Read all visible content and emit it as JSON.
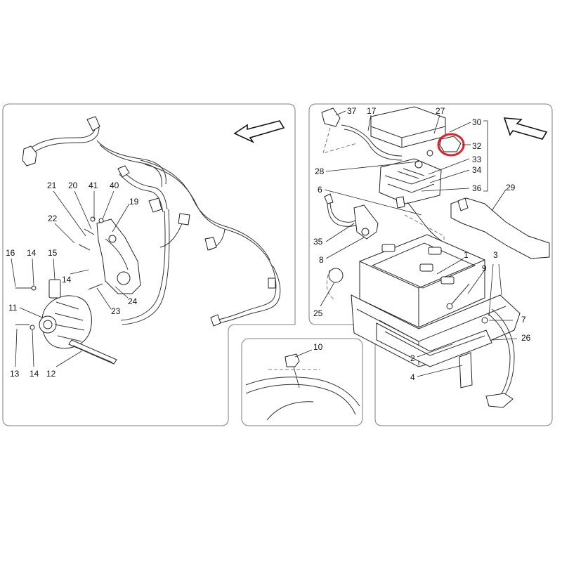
{
  "highlight_color": "#e0232a",
  "panel_left": {
    "labels": {
      "l21": "21",
      "l20": "20",
      "l41": "41",
      "l40": "40",
      "l19": "19",
      "l22": "22",
      "l16": "16",
      "l14a": "14",
      "l15": "15",
      "l14b": "14",
      "l11": "11",
      "l23": "23",
      "l24": "24",
      "l13": "13",
      "l14c": "14",
      "l12": "12"
    }
  },
  "panel_bottom": {
    "labels": {
      "l10": "10"
    }
  },
  "panel_right": {
    "labels": {
      "l37": "37",
      "l17": "17",
      "l27": "27",
      "l30": "30",
      "l32": "32",
      "l33": "33",
      "l28": "28",
      "l34": "34",
      "l6": "6",
      "l36": "36",
      "l29": "29",
      "l35": "35",
      "l1": "1",
      "l3": "3",
      "l8": "8",
      "l9": "9",
      "l25": "25",
      "l7": "7",
      "l26": "26",
      "l2": "2",
      "l4": "4"
    }
  }
}
